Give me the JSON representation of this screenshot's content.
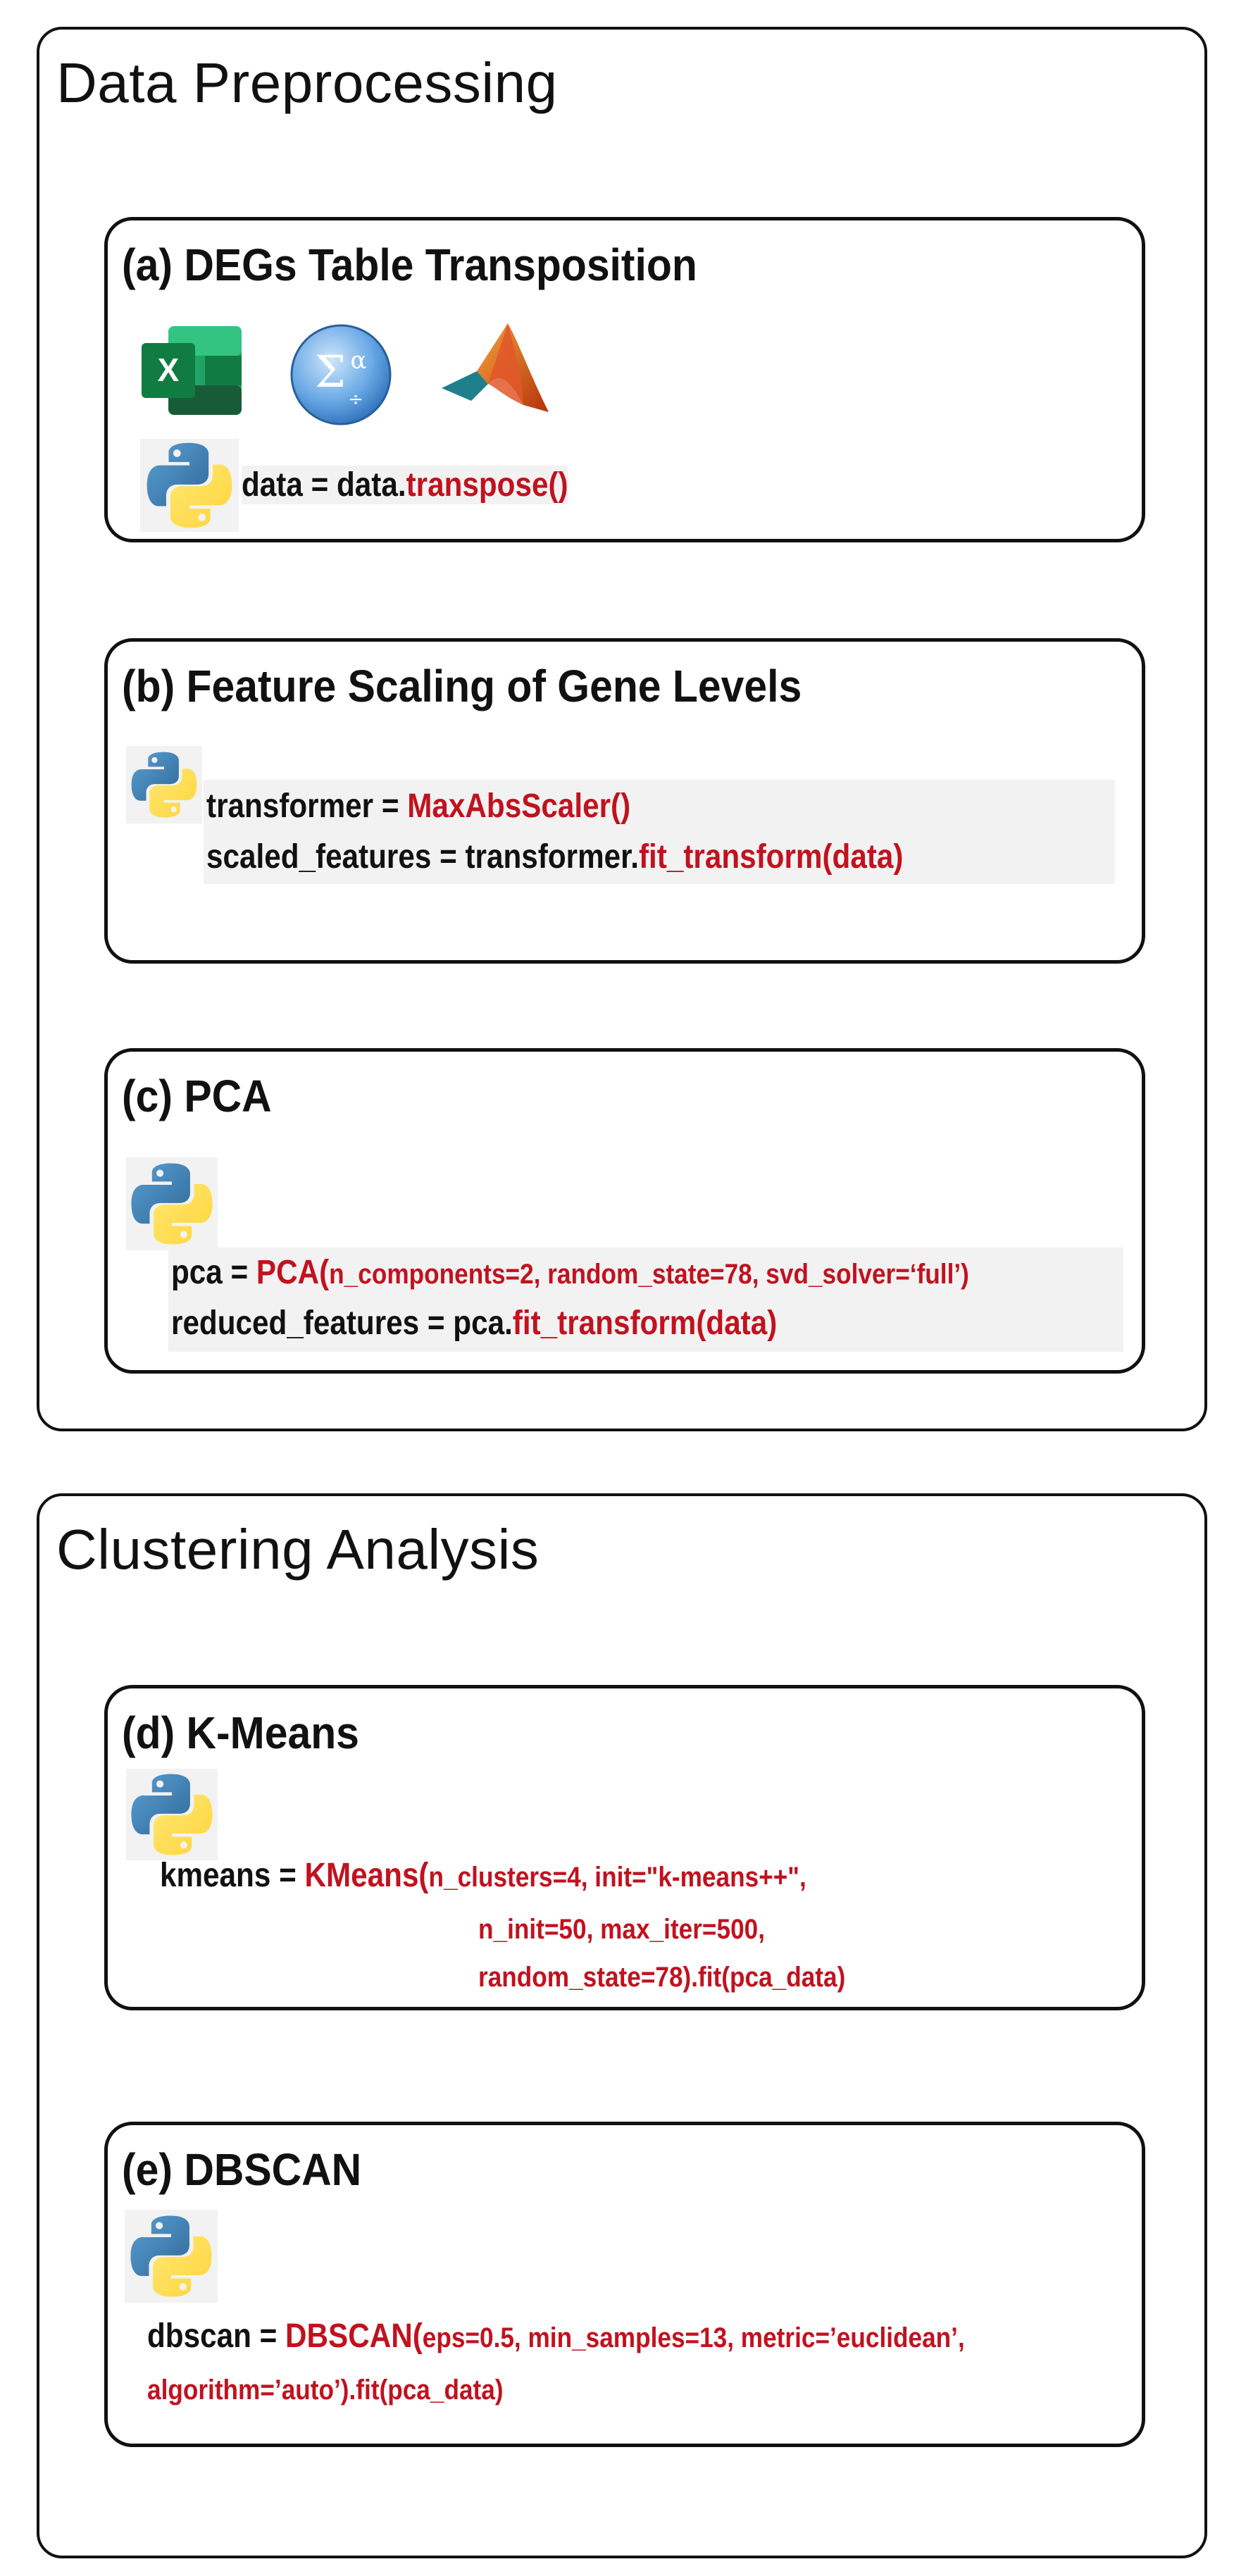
{
  "sections": {
    "preprocessing": {
      "title": "Data Preprocessing"
    },
    "clustering": {
      "title": "Clustering Analysis"
    }
  },
  "panels": {
    "a": {
      "title": "(a) DEGs Table Transposition",
      "icons": [
        "excel-icon",
        "sigma-stat-icon",
        "matlab-icon",
        "python-icon"
      ],
      "code": {
        "lhs": "data = data.",
        "fn": "transpose()"
      }
    },
    "b": {
      "title": "(b) Feature Scaling of Gene Levels",
      "icons": [
        "python-icon"
      ],
      "line1": {
        "lhs": "transformer = ",
        "fn": "MaxAbsScaler()"
      },
      "line2": {
        "lhs": "scaled_features = transformer.",
        "fn": "fit_transform(data)"
      }
    },
    "c": {
      "title": "(c) PCA",
      "icons": [
        "python-icon"
      ],
      "line1": {
        "lhs": "pca = ",
        "fn": "PCA(",
        "args": "n_components=2, random_state=78, svd_solver=‘full’)"
      },
      "line2": {
        "lhs": "reduced_features = pca.",
        "fn": "fit_transform(data)"
      }
    },
    "d": {
      "title": "(d) K-Means",
      "icons": [
        "python-icon"
      ],
      "line1": {
        "lhs": "kmeans = ",
        "fn": "KMeans(",
        "args": "n_clusters=4, init=\"k-means++\","
      },
      "line2": "n_init=50, max_iter=500,",
      "line3": {
        "args": "random_state=78",
        "tail": ").fit(pca_data)"
      }
    },
    "e": {
      "title": "(e) DBSCAN",
      "icons": [
        "python-icon"
      ],
      "line1": {
        "lhs": "dbscan = ",
        "fn": "DBSCAN(",
        "args": "eps=0.5, min_samples=13, metric=’euclidean’,"
      },
      "line2": {
        "args": "algorithm=’auto’",
        "tail": ").fit(pca_data)"
      }
    }
  },
  "colors": {
    "code_function": "#c1121f",
    "code_text": "#111111",
    "code_background": "#f2f2f2",
    "border": "#111111"
  }
}
